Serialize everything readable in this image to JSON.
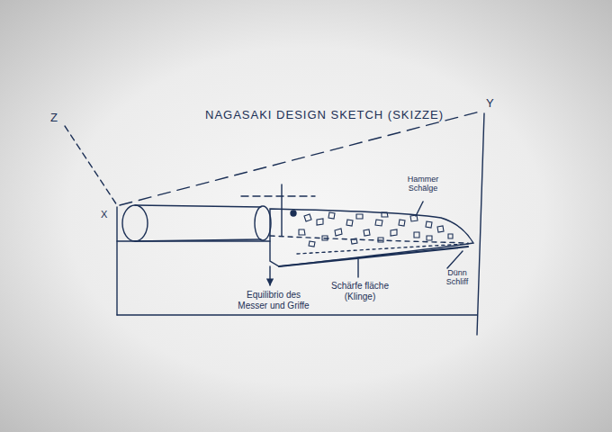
{
  "diagram": {
    "title": "NAGASAKI DESIGN SKETCH (SKIZZE)",
    "labels": [
      "Z",
      "Y",
      "X",
      "Hammer Schälge",
      "Dünn Schliff",
      "Equilibrio des Messer und Griffe",
      "Schärfe fläche (Klinge)"
    ]
  }
}
